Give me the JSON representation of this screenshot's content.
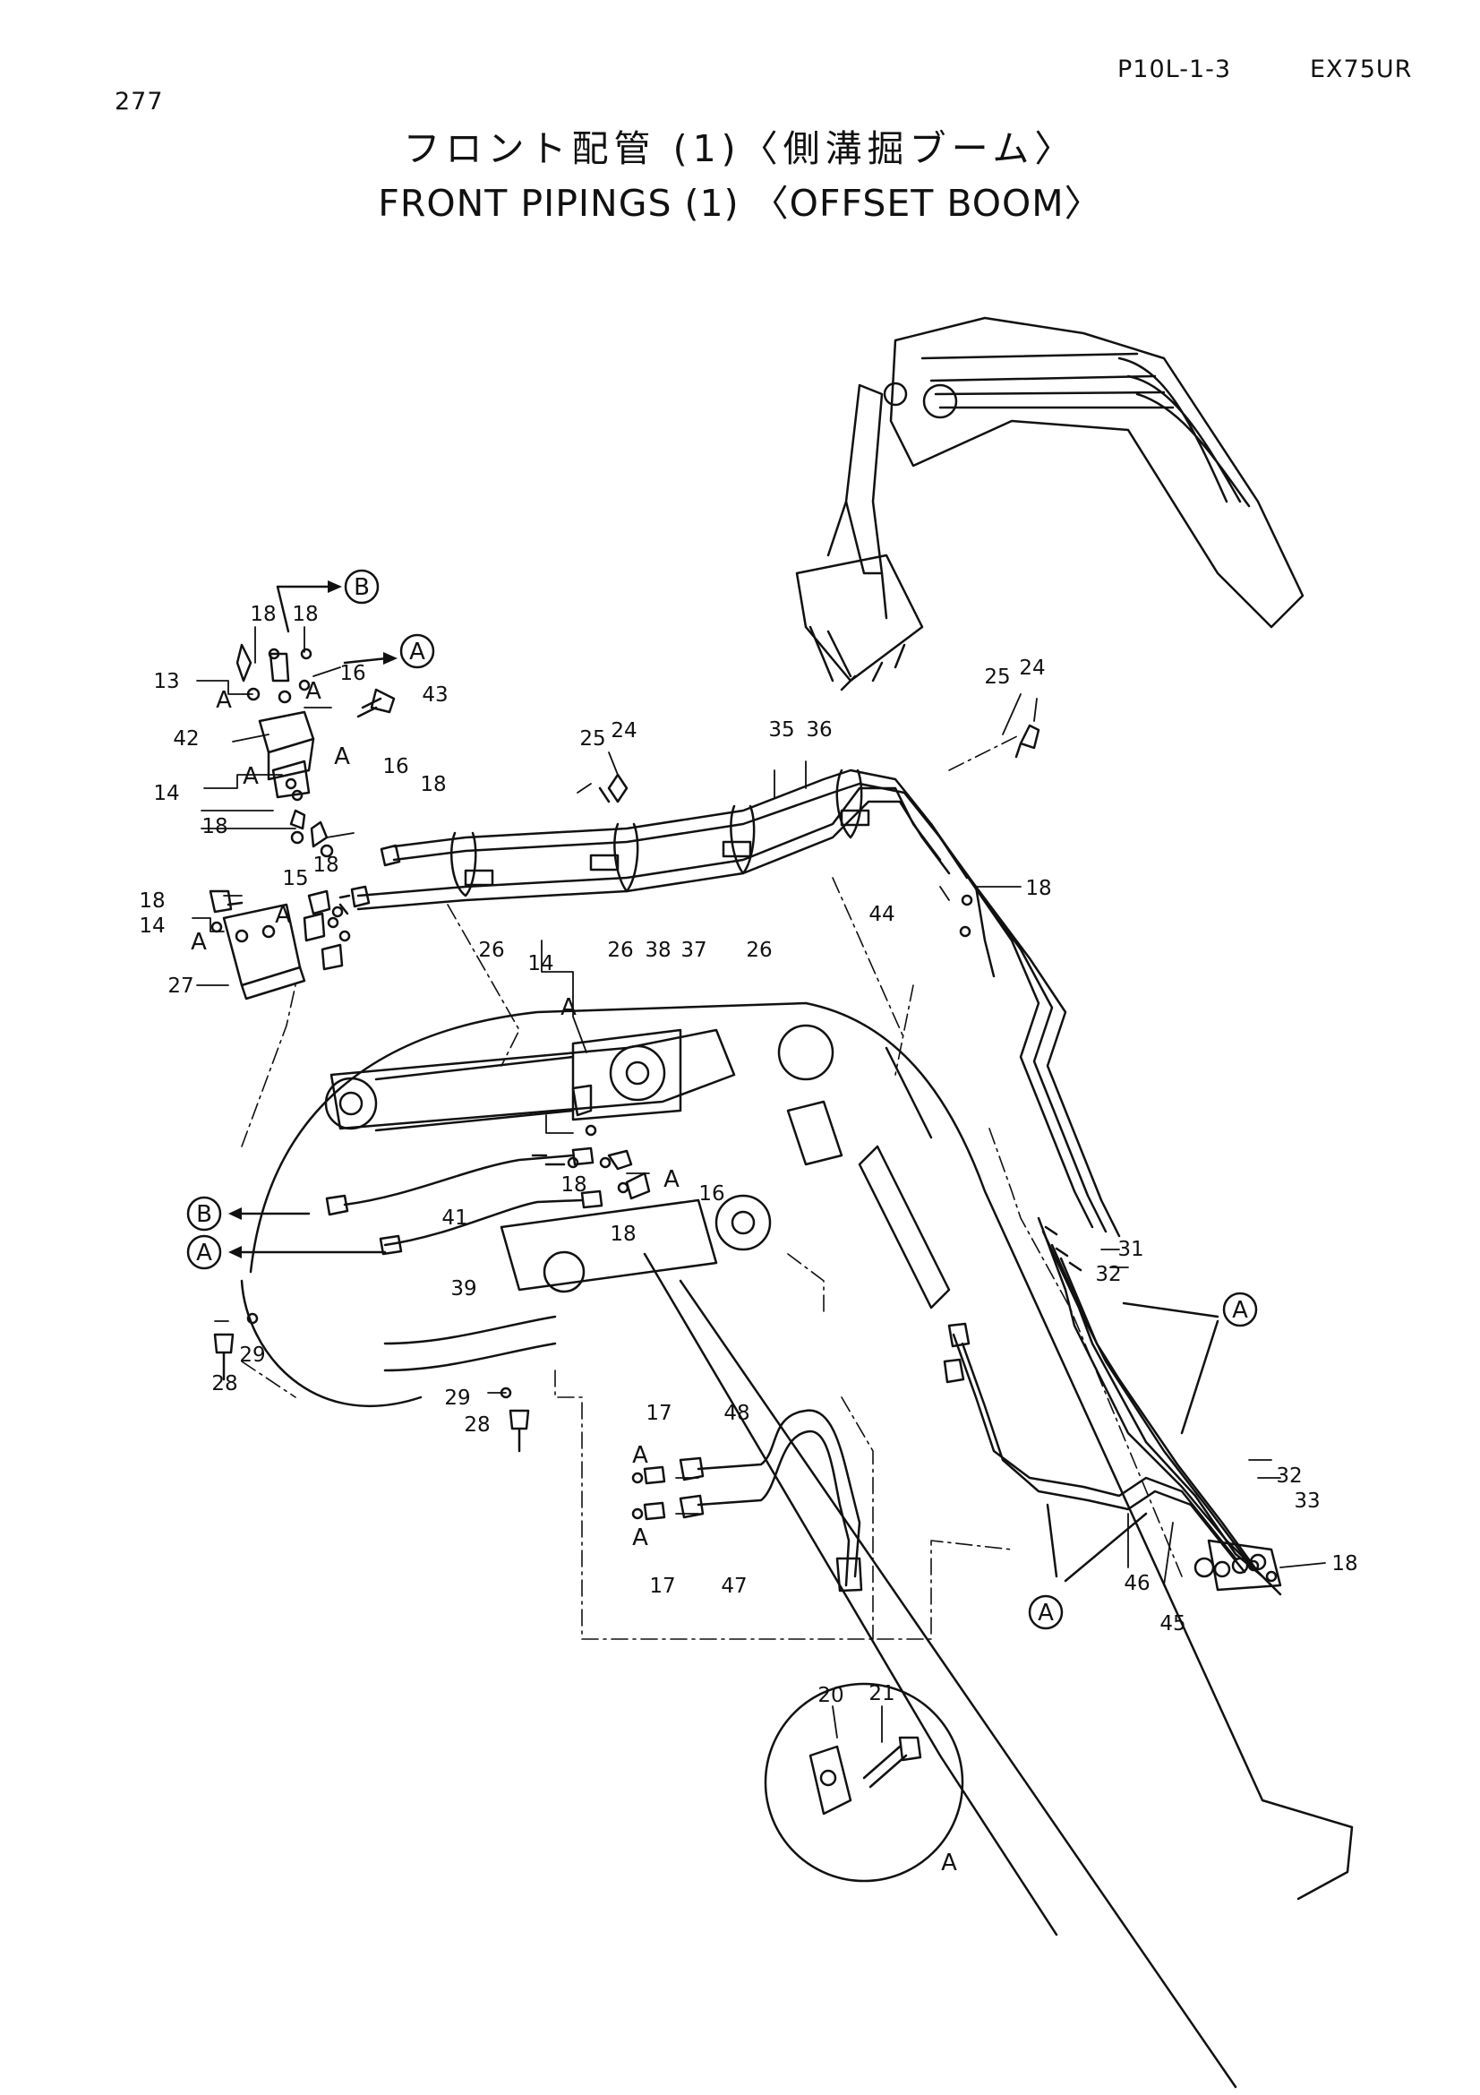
{
  "header": {
    "page_number": "277",
    "sheet_code": "P10L-1-3",
    "model": "EX75UR"
  },
  "title": {
    "japanese": "フロント配管 (1)〈側溝掘ブーム〉",
    "english": "FRONT PIPINGS (1) 〈OFFSET BOOM〉"
  },
  "callouts": [
    "A",
    "B"
  ],
  "part_labels": [
    "13",
    "14",
    "15",
    "16",
    "17",
    "18",
    "20",
    "21",
    "24",
    "25",
    "26",
    "27",
    "28",
    "29",
    "31",
    "32",
    "33",
    "35",
    "36",
    "37",
    "38",
    "39",
    "41",
    "42",
    "43",
    "44",
    "45",
    "46",
    "47",
    "48"
  ],
  "detail_label": "A"
}
